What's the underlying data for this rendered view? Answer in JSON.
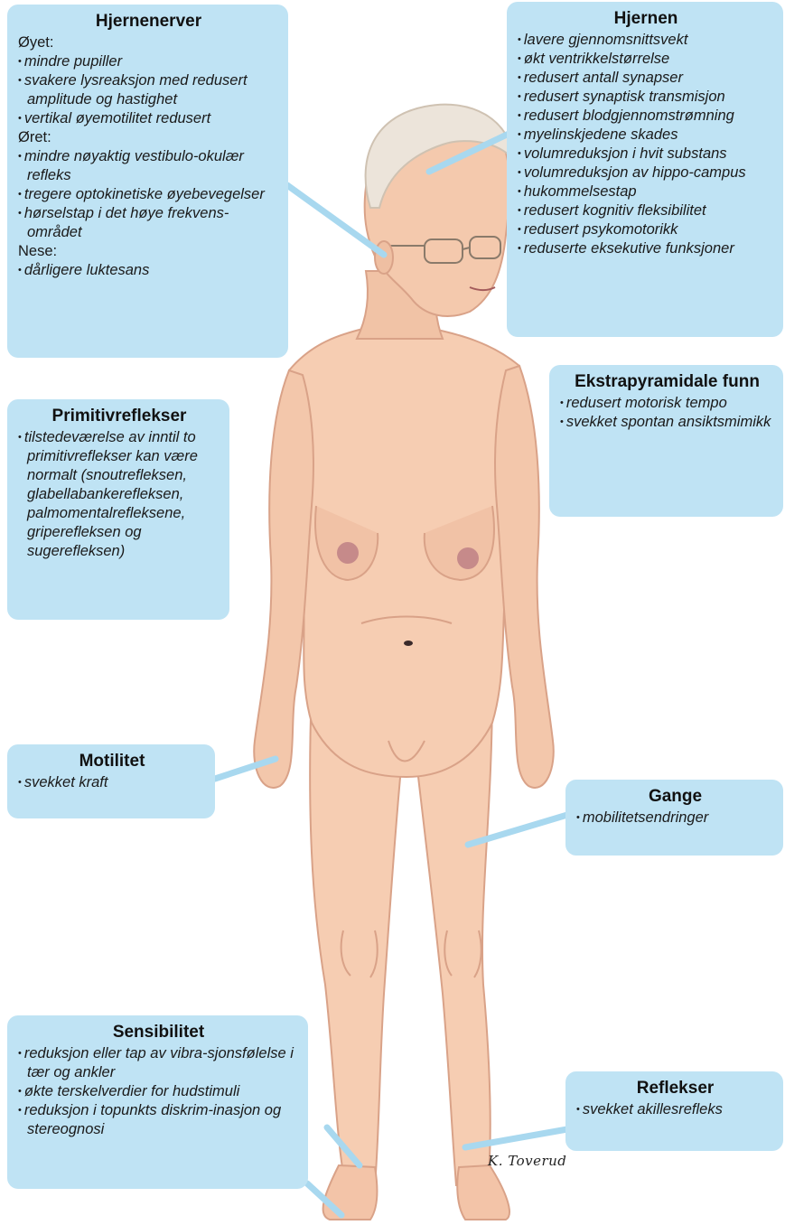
{
  "boxes": {
    "hjernenerver": {
      "title": "Hjernenerver",
      "groups": [
        {
          "label": "Øyet:",
          "items": [
            "mindre pupiller",
            "svakere lysreaksjon med redusert amplitude og hastighet",
            "vertikal øyemotilitet redusert"
          ]
        },
        {
          "label": "Øret:",
          "items": [
            "mindre nøyaktig vestibulo-okulær refleks",
            "tregere optokinetiske øyebevegelser",
            "hørselstap i det høye frekvens-området"
          ]
        },
        {
          "label": "Nese:",
          "items": [
            "dårligere luktesans"
          ]
        }
      ]
    },
    "hjernen": {
      "title": "Hjernen",
      "items": [
        "lavere gjennomsnittsvekt",
        "økt ventrikkelstørrelse",
        "redusert antall synapser",
        "redusert synaptisk transmisjon",
        "redusert blodgjennomstrømning",
        "myelinskjedene skades",
        "volumreduksjon i hvit substans",
        "volumreduksjon av hippo-campus",
        "hukommelsestap",
        "redusert kognitiv fleksibilitet",
        "redusert psykomotorikk",
        "reduserte eksekutive funksjoner"
      ]
    },
    "primitivreflekser": {
      "title": "Primitivreflekser",
      "items": [
        "tilstedeværelse av inntil to primitivreflekser kan være normalt (snoutrefleksen, glabellabankerefleksen, palmomentalrefleksene, griperefleksen og sugerefleksen)"
      ]
    },
    "ekstrapyramidale": {
      "title": "Ekstrapyramidale funn",
      "items": [
        "redusert motorisk tempo",
        "svekket spontan ansiktsmimikk"
      ]
    },
    "motilitet": {
      "title": "Motilitet",
      "items": [
        "svekket kraft"
      ]
    },
    "gange": {
      "title": "Gange",
      "items": [
        "mobilitetsendringer"
      ]
    },
    "sensibilitet": {
      "title": "Sensibilitet",
      "items": [
        "reduksjon eller tap av vibra-sjonsfølelse i tær og ankler",
        "økte terskelverdier for hudstimuli",
        "reduksjon i topunkts diskrim-inasjon og stereognosi"
      ]
    },
    "reflekser": {
      "title": "Reflekser",
      "items": [
        "svekket akillesrefleks"
      ]
    }
  },
  "signature": "K. Toverud",
  "colors": {
    "box": "#bfe3f4",
    "skin": "#f6cdb2",
    "skin_shadow": "#e3a98b",
    "hair": "#ece4da",
    "line": "#a8d8ef"
  }
}
